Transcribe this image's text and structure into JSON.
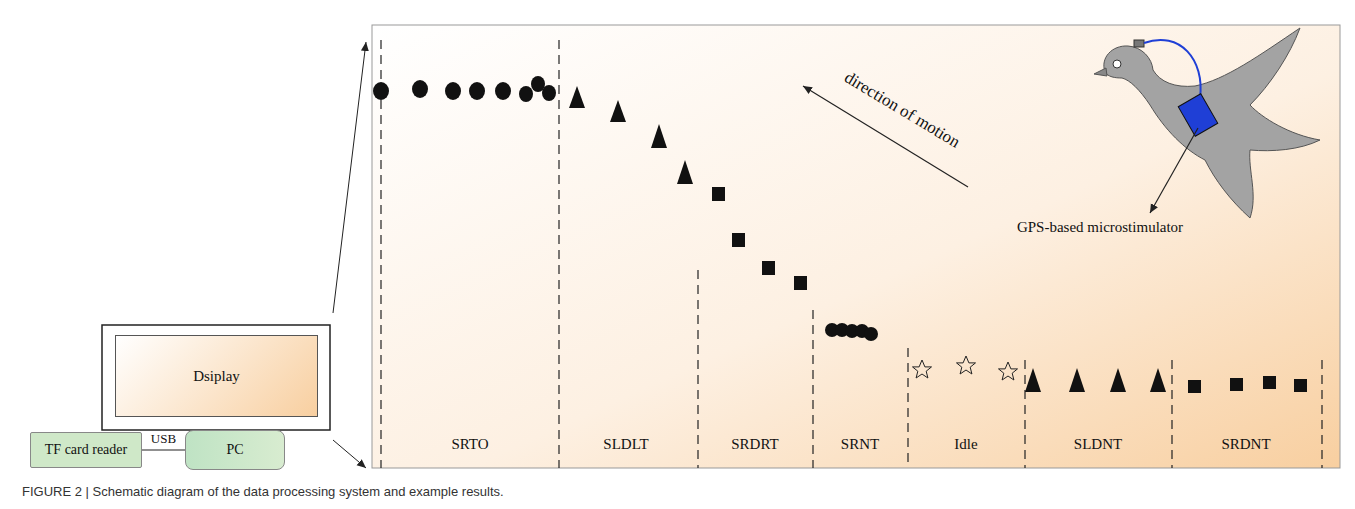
{
  "diagram": {
    "caption": "FIGURE 2 | Schematic diagram of the data processing system and example results.",
    "nodes": [
      {
        "text": [
          "TF card reader"
        ]
      },
      {
        "text": [
          "PC"
        ]
      },
      {
        "text": [
          "Dsiplay"
        ]
      }
    ],
    "edges": [
      {
        "from": 0,
        "to": 1,
        "label": "USB",
        "arrow": "none"
      }
    ],
    "labels": [
      "SRTO",
      "SLDLT",
      "SRDRT",
      "SRNT",
      "Idle",
      "SLDNT",
      "SRDNT",
      "direction of motion",
      "GPS-based microstimulator"
    ]
  }
}
